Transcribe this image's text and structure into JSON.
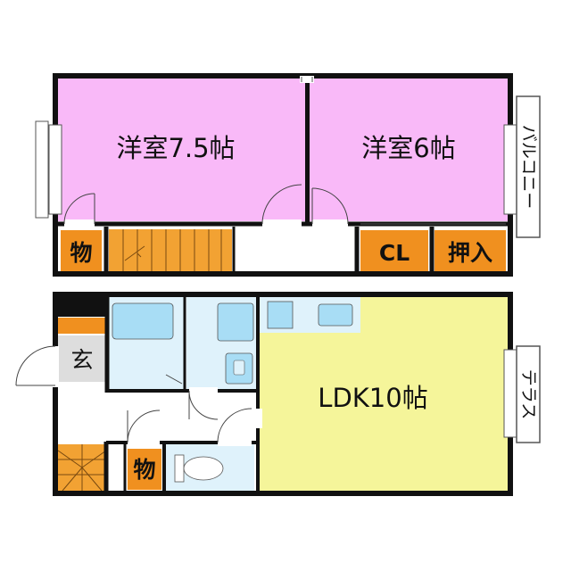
{
  "floor_plan": {
    "upper_floor": {
      "western_room_1": "洋室7.5帖",
      "western_room_2": "洋室6帖",
      "storage": "物",
      "closet": "CL",
      "oshiire": "押入",
      "balcony": "バルコニー"
    },
    "lower_floor": {
      "ldk": "LDK10帖",
      "entrance": "玄",
      "storage": "物",
      "terrace": "テラス"
    },
    "colors": {
      "western_room": "#f9b9f8",
      "ldk": "#f5f59a",
      "storage_chip": "#f0901f",
      "wet_area": "#dff2fb",
      "fixture": "#a8ddf5",
      "stairs": "#f2a233",
      "wall": "#111111"
    }
  }
}
